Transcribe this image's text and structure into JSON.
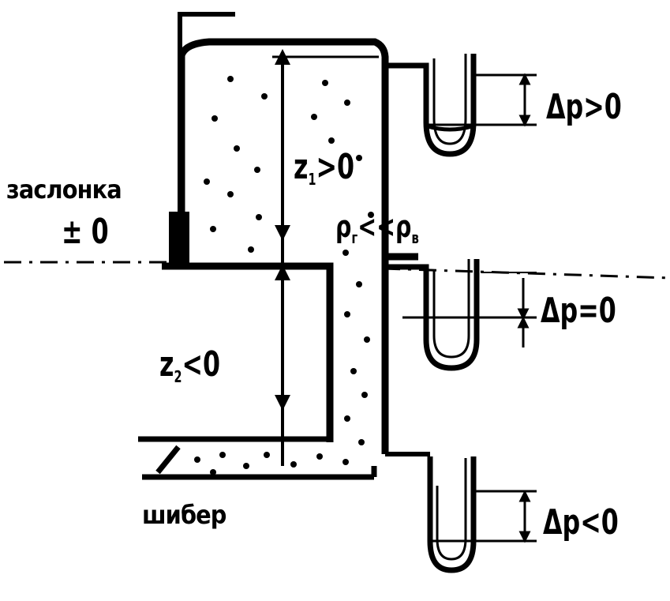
{
  "labels": {
    "valve_word": "заслонка",
    "level_zero": "± 0",
    "z1_symbol": "z",
    "z1_sub": "1",
    "z1_rel": ">0",
    "z2_symbol": "z",
    "z2_sub": "2",
    "z2_rel": "<0",
    "rho_g": "ρ",
    "rho_g_sub": "г",
    "rho_rel": "<<",
    "rho_v": "ρ",
    "rho_v_sub": "в",
    "dp_top": "Δp>0",
    "dp_mid": "Δp=0",
    "dp_bottom": "Δp<0",
    "damper_word": "шибер"
  },
  "colors": {
    "ink": "#000000",
    "paper": "#ffffff"
  }
}
